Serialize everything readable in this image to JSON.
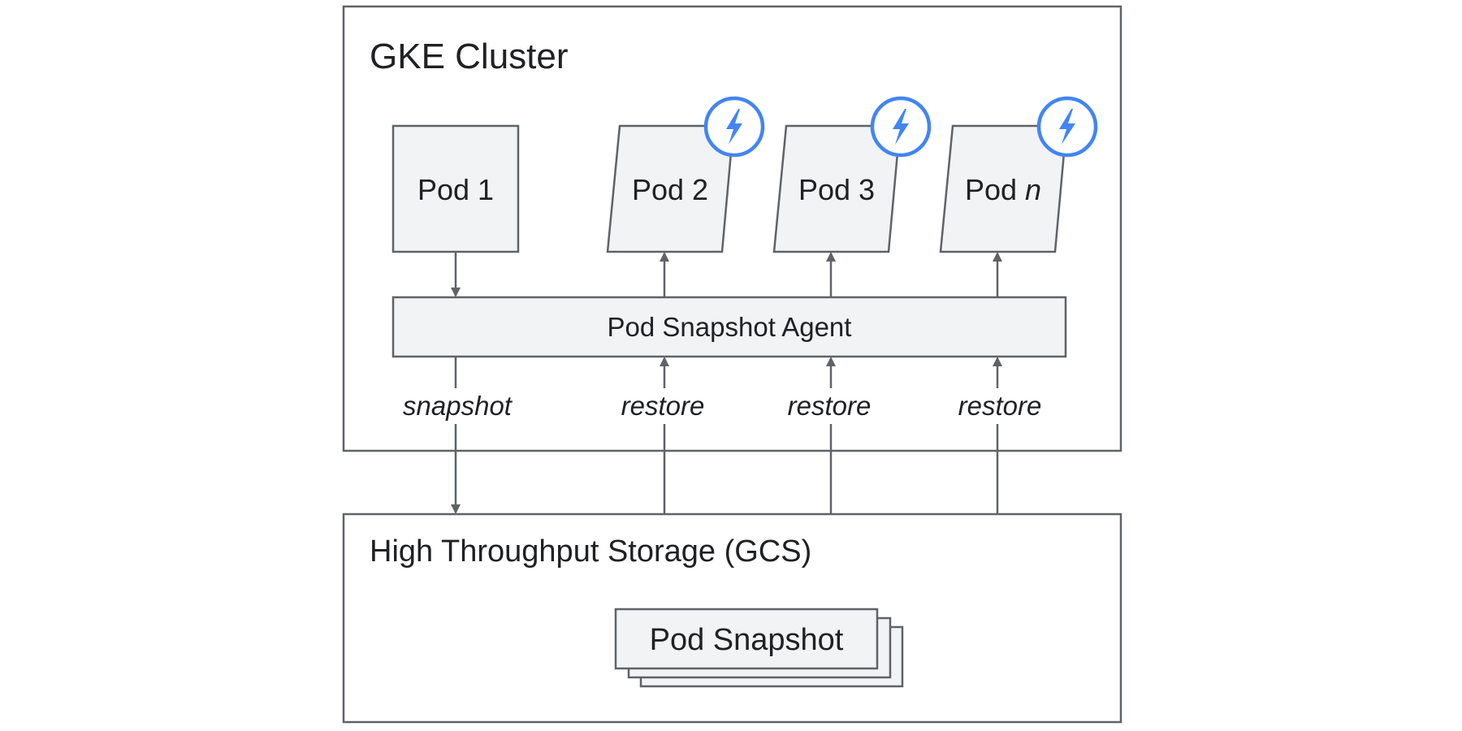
{
  "cluster": {
    "title": "GKE Cluster"
  },
  "pods": [
    {
      "label": "Pod 1",
      "restored": false
    },
    {
      "label": "Pod 2",
      "restored": true
    },
    {
      "label": "Pod 3",
      "restored": true
    },
    {
      "label_prefix": "Pod ",
      "label_var": "n",
      "restored": true
    }
  ],
  "agent": {
    "label": "Pod Snapshot Agent"
  },
  "flows": [
    {
      "label": "snapshot",
      "direction": "down"
    },
    {
      "label": "restore",
      "direction": "up"
    },
    {
      "label": "restore",
      "direction": "up"
    },
    {
      "label": "restore",
      "direction": "up"
    }
  ],
  "storage": {
    "title": "High Throughput Storage (GCS)",
    "snapshot_label": "Pod Snapshot"
  },
  "colors": {
    "box_fill": "#f1f3f4",
    "stroke": "#5f6368",
    "badge_accent": "#4285f4",
    "text": "#202124"
  },
  "icons": {
    "restore_badge": "lightning-bolt-icon"
  }
}
